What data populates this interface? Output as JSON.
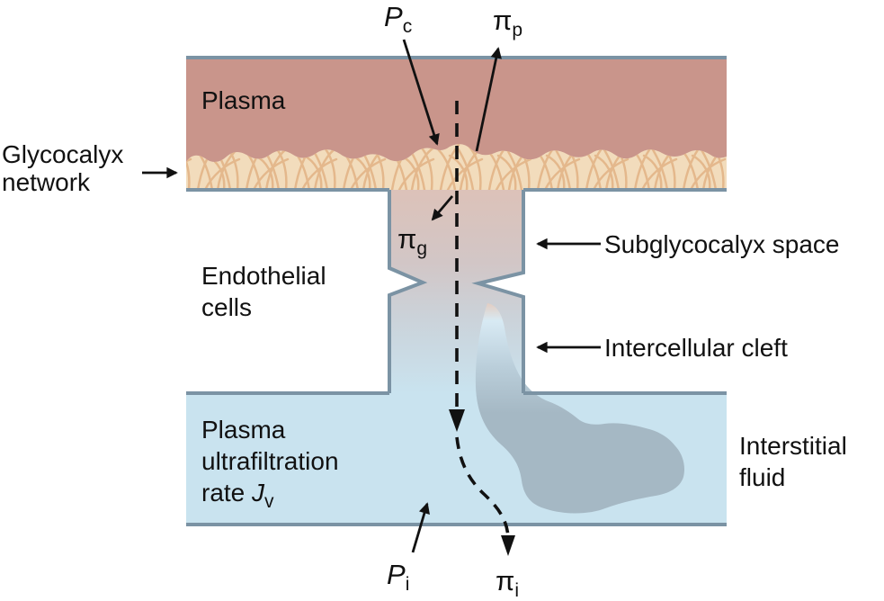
{
  "labels": {
    "plasma": "Plasma",
    "glycocalyx": {
      "line1": "Glycocalyx",
      "line2": "network"
    },
    "endothelial": {
      "line1": "Endothelial",
      "line2": "cells"
    },
    "subglycocalyx": "Subglycocalyx space",
    "intercellular_cleft": "Intercellular cleft",
    "ultrafiltration": {
      "line1": "Plasma",
      "line2": "ultrafiltration",
      "line3_prefix": "rate ",
      "jv_main": "J",
      "jv_sub": "v"
    },
    "interstitial": {
      "line1": "Interstitial",
      "line2": "fluid"
    }
  },
  "symbols": {
    "pc": {
      "main": "P",
      "sub": "c"
    },
    "pi_p": {
      "main": "π",
      "sub": "p"
    },
    "pi_g": {
      "main": "π",
      "sub": "g"
    },
    "p_i": {
      "main": "P",
      "sub": "i"
    },
    "pi_i": {
      "main": "π",
      "sub": "i"
    }
  },
  "colors": {
    "plasma_fill": "#c9958b",
    "glycocalyx_base": "#f2dcbc",
    "glycocalyx_strand": "#e4b88c",
    "border": "#7b93a4",
    "fluid_fill": "#c9e3ef",
    "blob_fill": "#a5b8c4",
    "ink": "#111111"
  }
}
